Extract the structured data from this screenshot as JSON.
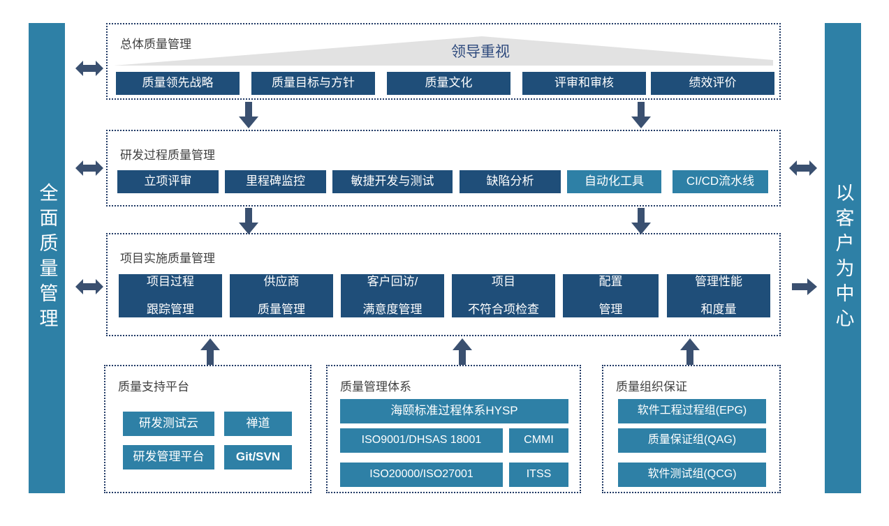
{
  "sidebars": {
    "left": {
      "label": "全面质量管理",
      "name": "total-quality-management-bar"
    },
    "right": {
      "label": "以客户为中心",
      "name": "customer-centric-bar"
    }
  },
  "banner": {
    "label": "领导重视"
  },
  "panels": {
    "overall": {
      "title": "总体质量管理",
      "boxes": [
        {
          "label": "质量领先战略"
        },
        {
          "label": "质量目标与方针"
        },
        {
          "label": "质量文化"
        },
        {
          "label": "评审和审核"
        },
        {
          "label": "绩效评价"
        }
      ]
    },
    "rnd": {
      "title": "研发过程质量管理",
      "boxes": [
        {
          "label": "立项评审"
        },
        {
          "label": "里程碑监控"
        },
        {
          "label": "敏捷开发与测试"
        },
        {
          "label": "缺陷分析"
        },
        {
          "label": "自动化工具"
        },
        {
          "label": "CI/CD流水线"
        }
      ]
    },
    "project": {
      "title": "项目实施质量管理",
      "boxes": [
        {
          "line1": "项目过程",
          "line2": "跟踪管理"
        },
        {
          "line1": "供应商",
          "line2": "质量管理"
        },
        {
          "line1": "客户回访/",
          "line2": "满意度管理"
        },
        {
          "line1": "项目",
          "line2": "不符合项检查"
        },
        {
          "line1": "配置",
          "line2": "管理"
        },
        {
          "line1": "管理性能",
          "line2": "和度量"
        }
      ]
    },
    "support": {
      "title": "质量支持平台",
      "boxes": [
        {
          "label": "研发测试云"
        },
        {
          "label": "禅道"
        },
        {
          "label": "研发管理平台"
        },
        {
          "label": "Git/SVN"
        }
      ]
    },
    "system": {
      "title": "质量管理体系",
      "boxes": [
        {
          "label": "海颐标准过程体系HYSP"
        },
        {
          "label": "ISO9001/DHSAS 18001"
        },
        {
          "label": "CMMI"
        },
        {
          "label": "ISO20000/ISO27001"
        },
        {
          "label": "ITSS"
        }
      ]
    },
    "org": {
      "title": "质量组织保证",
      "boxes": [
        {
          "label": "软件工程过程组(EPG)"
        },
        {
          "label": "质量保证组(QAG)"
        },
        {
          "label": "软件测试组(QCG)"
        }
      ]
    }
  },
  "colors": {
    "navy": "#1F4E79",
    "teal": "#2E80A6",
    "arrow": "#3A5070",
    "panel_border": "#1F3864",
    "banner": "#E2E2E2",
    "title_text": "#404040"
  }
}
